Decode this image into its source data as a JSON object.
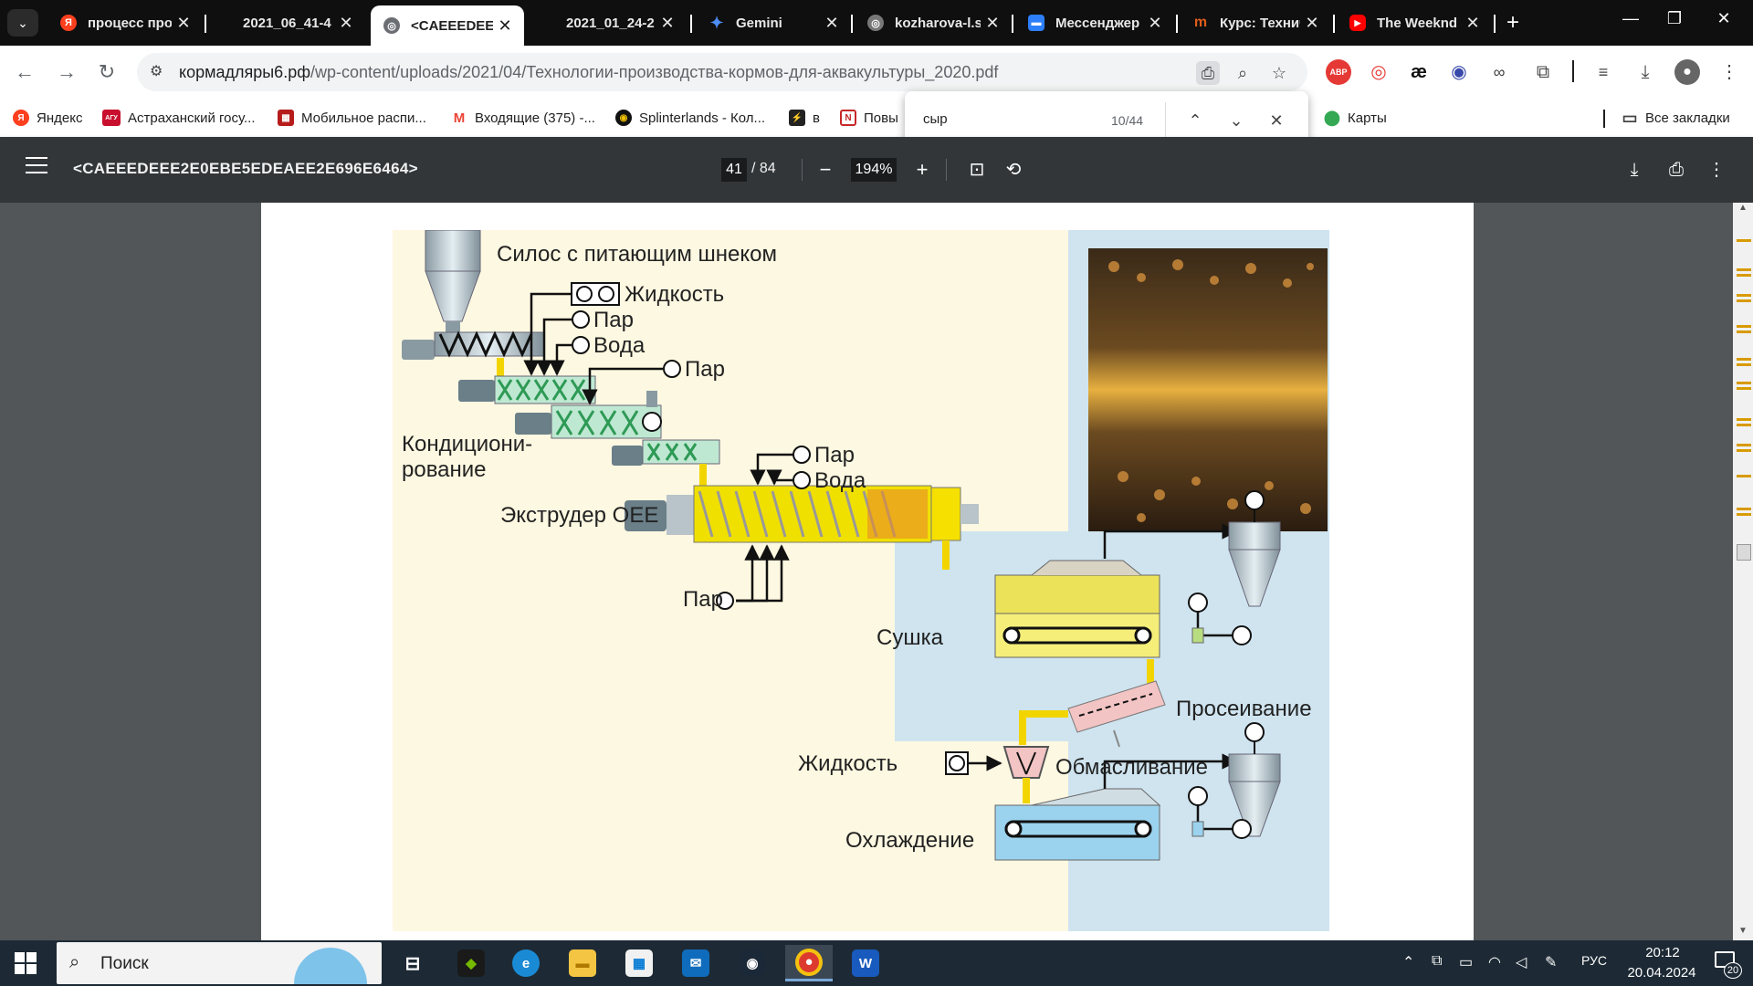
{
  "tabs": [
    {
      "title": "процесс про",
      "favicon_name": "yandex-icon",
      "favicon_text": "Я",
      "color": "#fc3f1d",
      "active": false
    },
    {
      "title": "2021_06_41-4",
      "favicon_name": "document-icon",
      "favicon_text": "",
      "color": "#0f0f0f",
      "active": false
    },
    {
      "title": "<CAEEEDEEE",
      "favicon_name": "globe-icon",
      "favicon_text": "◎",
      "color": "#5f6368",
      "active": true
    },
    {
      "title": "2021_01_24-2",
      "favicon_name": "document-icon",
      "favicon_text": "",
      "color": "#0f0f0f",
      "active": false
    },
    {
      "title": "Gemini",
      "favicon_name": "gemini-icon",
      "favicon_text": "✦",
      "color": "#4c8df6",
      "active": false
    },
    {
      "title": "kozharova-l.s",
      "favicon_name": "globe-icon",
      "favicon_text": "◎",
      "color": "#777777",
      "active": false
    },
    {
      "title": "Мессенджер",
      "favicon_name": "messenger-icon",
      "favicon_text": "▬",
      "color": "#2d7ff9",
      "active": false
    },
    {
      "title": "Курс: Техниче",
      "favicon_name": "course-icon",
      "favicon_text": "m",
      "color": "#e05d1a",
      "active": false
    },
    {
      "title": "The Weeknd",
      "favicon_name": "youtube-icon",
      "favicon_text": "▶",
      "color": "#ff0000",
      "active": false
    }
  ],
  "address_bar": {
    "domain": "кормадляры6.рф",
    "path": "/wp-content/uploads/2021/04/Технологии-производства-кормов-для-аквакультуры_2020.pdf"
  },
  "bookmarks": [
    {
      "label": "Яндекс",
      "icon": "yandex-icon",
      "glyph": "Я",
      "color": "#fc3f1d"
    },
    {
      "label": "Астраханский госу...",
      "icon": "agu-icon",
      "glyph": "АГУ",
      "color": "#c8102e"
    },
    {
      "label": "Мобильное распи...",
      "icon": "calendar-icon",
      "glyph": "▦",
      "color": "#b71c1c"
    },
    {
      "label": "Входящие (375) -...",
      "icon": "gmail-icon",
      "glyph": "M",
      "color": "#ea4335"
    },
    {
      "label": "Splinterlands - Кол...",
      "icon": "splinterlands-icon",
      "glyph": "◉",
      "color": "#111111"
    },
    {
      "label": "в",
      "icon": "bolt-icon",
      "glyph": "⚡",
      "color": "#222222"
    },
    {
      "label": "Повы",
      "icon": "news-icon",
      "glyph": "N",
      "color": "#c62828"
    },
    {
      "label": "Карты",
      "icon": "maps-icon",
      "glyph": "⬤",
      "color": "#34a853"
    },
    {
      "label": "Все закладки",
      "icon": "folder-icon",
      "glyph": "▭",
      "color": "#444444"
    }
  ],
  "find": {
    "query": "сыр",
    "count": "10/44"
  },
  "pdf": {
    "title": "<CAEEEDEEE2E0EBE5EDEAEE2E696E6464>",
    "page_current": "41",
    "page_total": "/ 84",
    "zoom": "194%"
  },
  "figure_labels": {
    "silo": "Силос с питающим шнеком",
    "liquid1": "Жидкость",
    "steam1": "Пар",
    "water1": "Вода",
    "steam2": "Пар",
    "conditioning_1": "Кондициони-",
    "conditioning_2": "рование",
    "steam3": "Пар",
    "water2": "Вода",
    "extruder": "Экструдер ОЕЕ",
    "steam4": "Пар",
    "drying": "Сушка",
    "sieving": "Просеивание",
    "liquid2": "Жидкость",
    "coating": "Обмасливание",
    "cooling": "Охлаждение"
  },
  "taskbar": {
    "search_placeholder": "Поиск",
    "lang": "РУС",
    "time": "20:12",
    "date": "20.04.2024",
    "notifications": "20"
  },
  "colors": {
    "tabstrip": "#0f0f0f",
    "pdf_toolbar": "#323639",
    "viewport": "#525659",
    "figure_bg_left": "#fdf8e1",
    "figure_bg_right": "#cfe4ef",
    "taskbar": "#1d2a35"
  }
}
